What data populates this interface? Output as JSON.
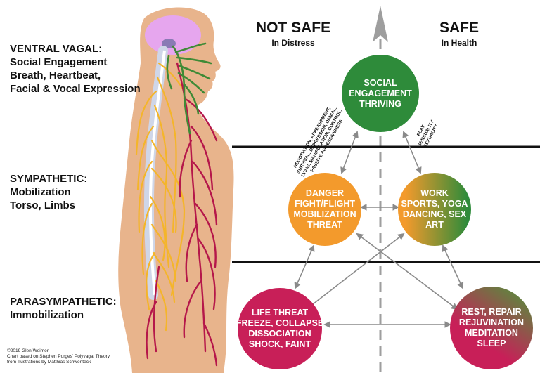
{
  "labels": {
    "ventral": {
      "title": "VENTRAL VAGAL:",
      "lines": [
        "Social Engagement",
        "Breath, Heartbeat,",
        "Facial & Vocal Expression"
      ]
    },
    "sympathetic": {
      "title": "SYMPATHETIC:",
      "lines": [
        "Mobilization",
        "Torso, Limbs"
      ]
    },
    "parasympathetic": {
      "title": "PARASYMPATHETIC:",
      "lines": [
        "Immobilization"
      ]
    }
  },
  "columns": {
    "not_safe": {
      "title": "NOT SAFE",
      "subtitle": "In Distress"
    },
    "safe": {
      "title": "SAFE",
      "subtitle": "In Health"
    }
  },
  "states": {
    "social": {
      "lines": [
        "SOCIAL",
        "ENGAGEMENT",
        "THRIVING"
      ],
      "color": "#2e8b3a"
    },
    "danger": {
      "lines": [
        "DANGER",
        "FIGHT/FLIGHT",
        "MOBILIZATION",
        "THREAT"
      ],
      "color": "#f39a2c"
    },
    "work": {
      "lines": [
        "WORK",
        "SPORTS, YOGA",
        "DANCING, SEX",
        "ART"
      ],
      "color_from": "#f39a2c",
      "color_to": "#2e8b3a"
    },
    "life_threat": {
      "lines": [
        "LIFE THREAT",
        "FREEZE, COLLAPSE",
        "DISSOCIATION",
        "SHOCK, FAINT"
      ],
      "color": "#c81f58"
    },
    "rest": {
      "lines": [
        "REST, REPAIR",
        "REJUVINATION",
        "MEDITATION",
        "SLEEP"
      ],
      "color_from": "#c81f58",
      "color_to": "#2e8b3a"
    }
  },
  "arrow_labels": {
    "left": [
      "NEGOTIATION, APPEASEMENT,",
      "SURVIVAL, DEPRESSION, DENIAL,",
      "LYING, MANIPULATION, CONTROL,",
      "PASSIVE AGRESSIVENESS"
    ],
    "right": [
      "PLAY",
      "SENSUALITY",
      "SEXUALITY"
    ]
  },
  "credit": [
    "©2019 Glen Weimer",
    "Chart based on Stephen Porges' Polyvagal Theory",
    "from illustrations by Matthias Schwenteck"
  ],
  "colors": {
    "skin": "#e8b48c",
    "brain": "#e6a6ee",
    "spine": "#cfd6e8",
    "ventral_nerve": "#3f8a36",
    "sympathetic_nerve": "#f4b52a",
    "parasympathetic_nerve": "#b5174a"
  }
}
